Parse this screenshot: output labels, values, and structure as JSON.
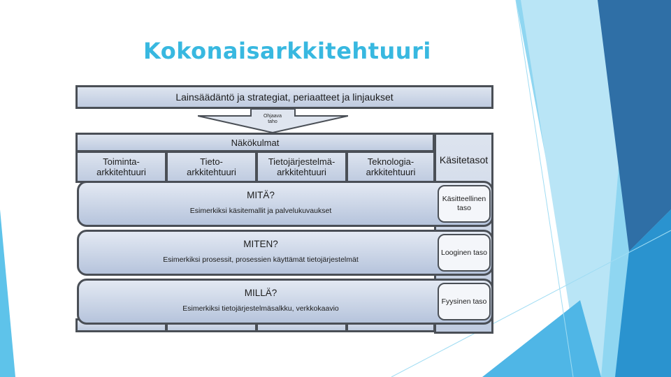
{
  "slide": {
    "title": "Kokonaisarkkitehtuuri"
  },
  "diagram": {
    "top_bar": "Lainsäädäntö ja strategiat, periaatteet ja linjaukset",
    "arrow_label_line1": "Ohjaava",
    "arrow_label_line2": "taho",
    "perspectives_header": "Näkökulmat",
    "columns": [
      {
        "line1": "Toiminta-",
        "line2": "arkkitehtuuri"
      },
      {
        "line1": "Tieto-",
        "line2": "arkkitehtuuri"
      },
      {
        "line1": "Tietojärjestelmä-",
        "line2": "arkkitehtuuri"
      },
      {
        "line1": "Teknologia-",
        "line2": "arkkitehtuuri"
      }
    ],
    "levels_header": "Käsitetasot",
    "bands": [
      {
        "title": "MITÄ?",
        "subtitle": "Esimerkiksi käsitemallit ja palvelukuvaukset",
        "level_line1": "Käsitteellinen",
        "level_line2": "taso"
      },
      {
        "title": "MITEN?",
        "subtitle": "Esimerkiksi prosessit, prosessien käyttämät tietojärjestelmät",
        "level_line1": "Looginen taso",
        "level_line2": ""
      },
      {
        "title": "MILLÄ?",
        "subtitle": "Esimerkiksi tietojärjestelmäsalkku, verkkokaavio",
        "level_line1": "Fyysinen taso",
        "level_line2": ""
      }
    ]
  },
  "colors": {
    "title": "#38b8e0",
    "deco_dark": "#2f6fa6",
    "deco_mid": "#2a93cf",
    "deco_light": "#7fd0ef"
  }
}
